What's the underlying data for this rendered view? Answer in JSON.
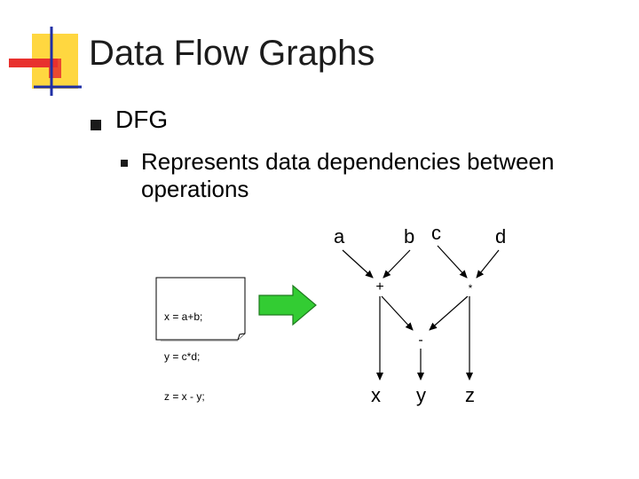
{
  "slide": {
    "title": "Data Flow Graphs",
    "bullet_level1": "DFG",
    "bullet_level2": "Represents data dependencies between operations"
  },
  "code_note": {
    "lines": [
      "x = a+b;",
      "y = c*d;",
      "z = x - y;"
    ]
  },
  "graph": {
    "inputs": {
      "a": "a",
      "b": "b",
      "c": "c",
      "d": "d"
    },
    "operators": {
      "add": "+",
      "mul": "*",
      "sub": "-"
    },
    "outputs": {
      "x": "x",
      "y": "y",
      "z": "z"
    }
  },
  "colors": {
    "arrow_fill": "#33cc33",
    "logo_yellow": "#ffd740",
    "logo_red": "#e8302e",
    "logo_blue": "#1f2fa6"
  }
}
